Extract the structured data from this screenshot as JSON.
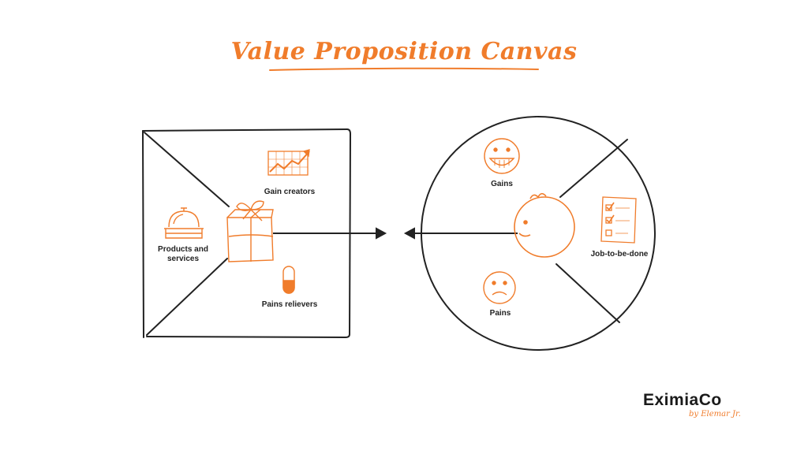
{
  "title": "Value Proposition Canvas",
  "colors": {
    "accent": "#f07c2b",
    "ink": "#222222",
    "background": "#ffffff"
  },
  "value_map": {
    "sections": {
      "gain_creators": "Gain creators",
      "products_services": "Products and services",
      "pain_relievers": "Pains relievers"
    },
    "icons": [
      "growth-chart-icon",
      "gift-box-icon",
      "service-bell-icon",
      "pill-icon"
    ]
  },
  "customer_profile": {
    "sections": {
      "gains": "Gains",
      "pains": "Pains",
      "jobs": "Job-to-be-done"
    },
    "icons": [
      "happy-face-icon",
      "sad-face-icon",
      "checklist-icon",
      "customer-face-icon"
    ]
  },
  "brand": {
    "name": "EximiaCo",
    "tagline": "by Elemar Jr."
  }
}
